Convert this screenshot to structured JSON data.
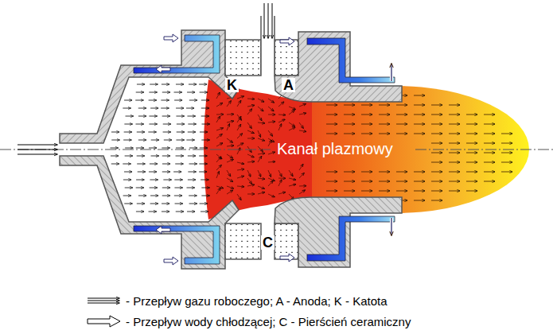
{
  "diagram": {
    "labels": [
      "K",
      "A",
      "C",
      "Kanał plazmowy"
    ],
    "legend": [
      {
        "text": "- Przepływ gazu roboczego; A - Anoda; K - Katota"
      },
      {
        "text": "- Przepływ wody chłodzącej; C - Pierścień ceramiczny"
      }
    ]
  }
}
